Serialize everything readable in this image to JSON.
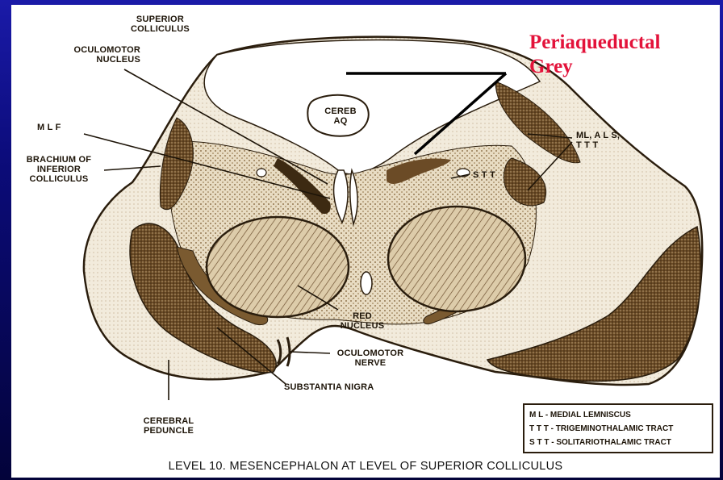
{
  "title_overlay": {
    "text": "Periaqueductal\nGrey",
    "color": "#e3123a"
  },
  "labels": {
    "superior_colliculus": "SUPERIOR\nCOLLICULUS",
    "oculomotor_nucleus": "OCULOMOTOR\nNUCLEUS",
    "mlf": "M L F",
    "brachium": "BRACHIUM OF\nINFERIOR\nCOLLICULUS",
    "cereb_aq": "CEREB\nAQ",
    "ml_als_ttt": "ML, A L S,\nT T T",
    "stt": "S T T",
    "red_nucleus": "RED\nNUCLEUS",
    "oculomotor_nerve": "OCULOMOTOR\nNERVE",
    "substantia_nigra": "SUBSTANTIA NIGRA",
    "cerebral_peduncle": "CEREBRAL\nPEDUNCLE"
  },
  "legend": [
    "M L - MEDIAL LEMNISCUS",
    "T T T - TRIGEMINOTHALAMIC TRACT",
    "S T T - SOLITARIOTHALAMIC TRACT"
  ],
  "caption": "LEVEL 10. MESENCEPHALON AT LEVEL OF SUPERIOR COLLICULUS",
  "colors": {
    "tissue_dark": "#5a3f20",
    "tissue_light": "#c9b48f",
    "outline": "#2a1d0d",
    "background_slide": "#0b0b78"
  }
}
